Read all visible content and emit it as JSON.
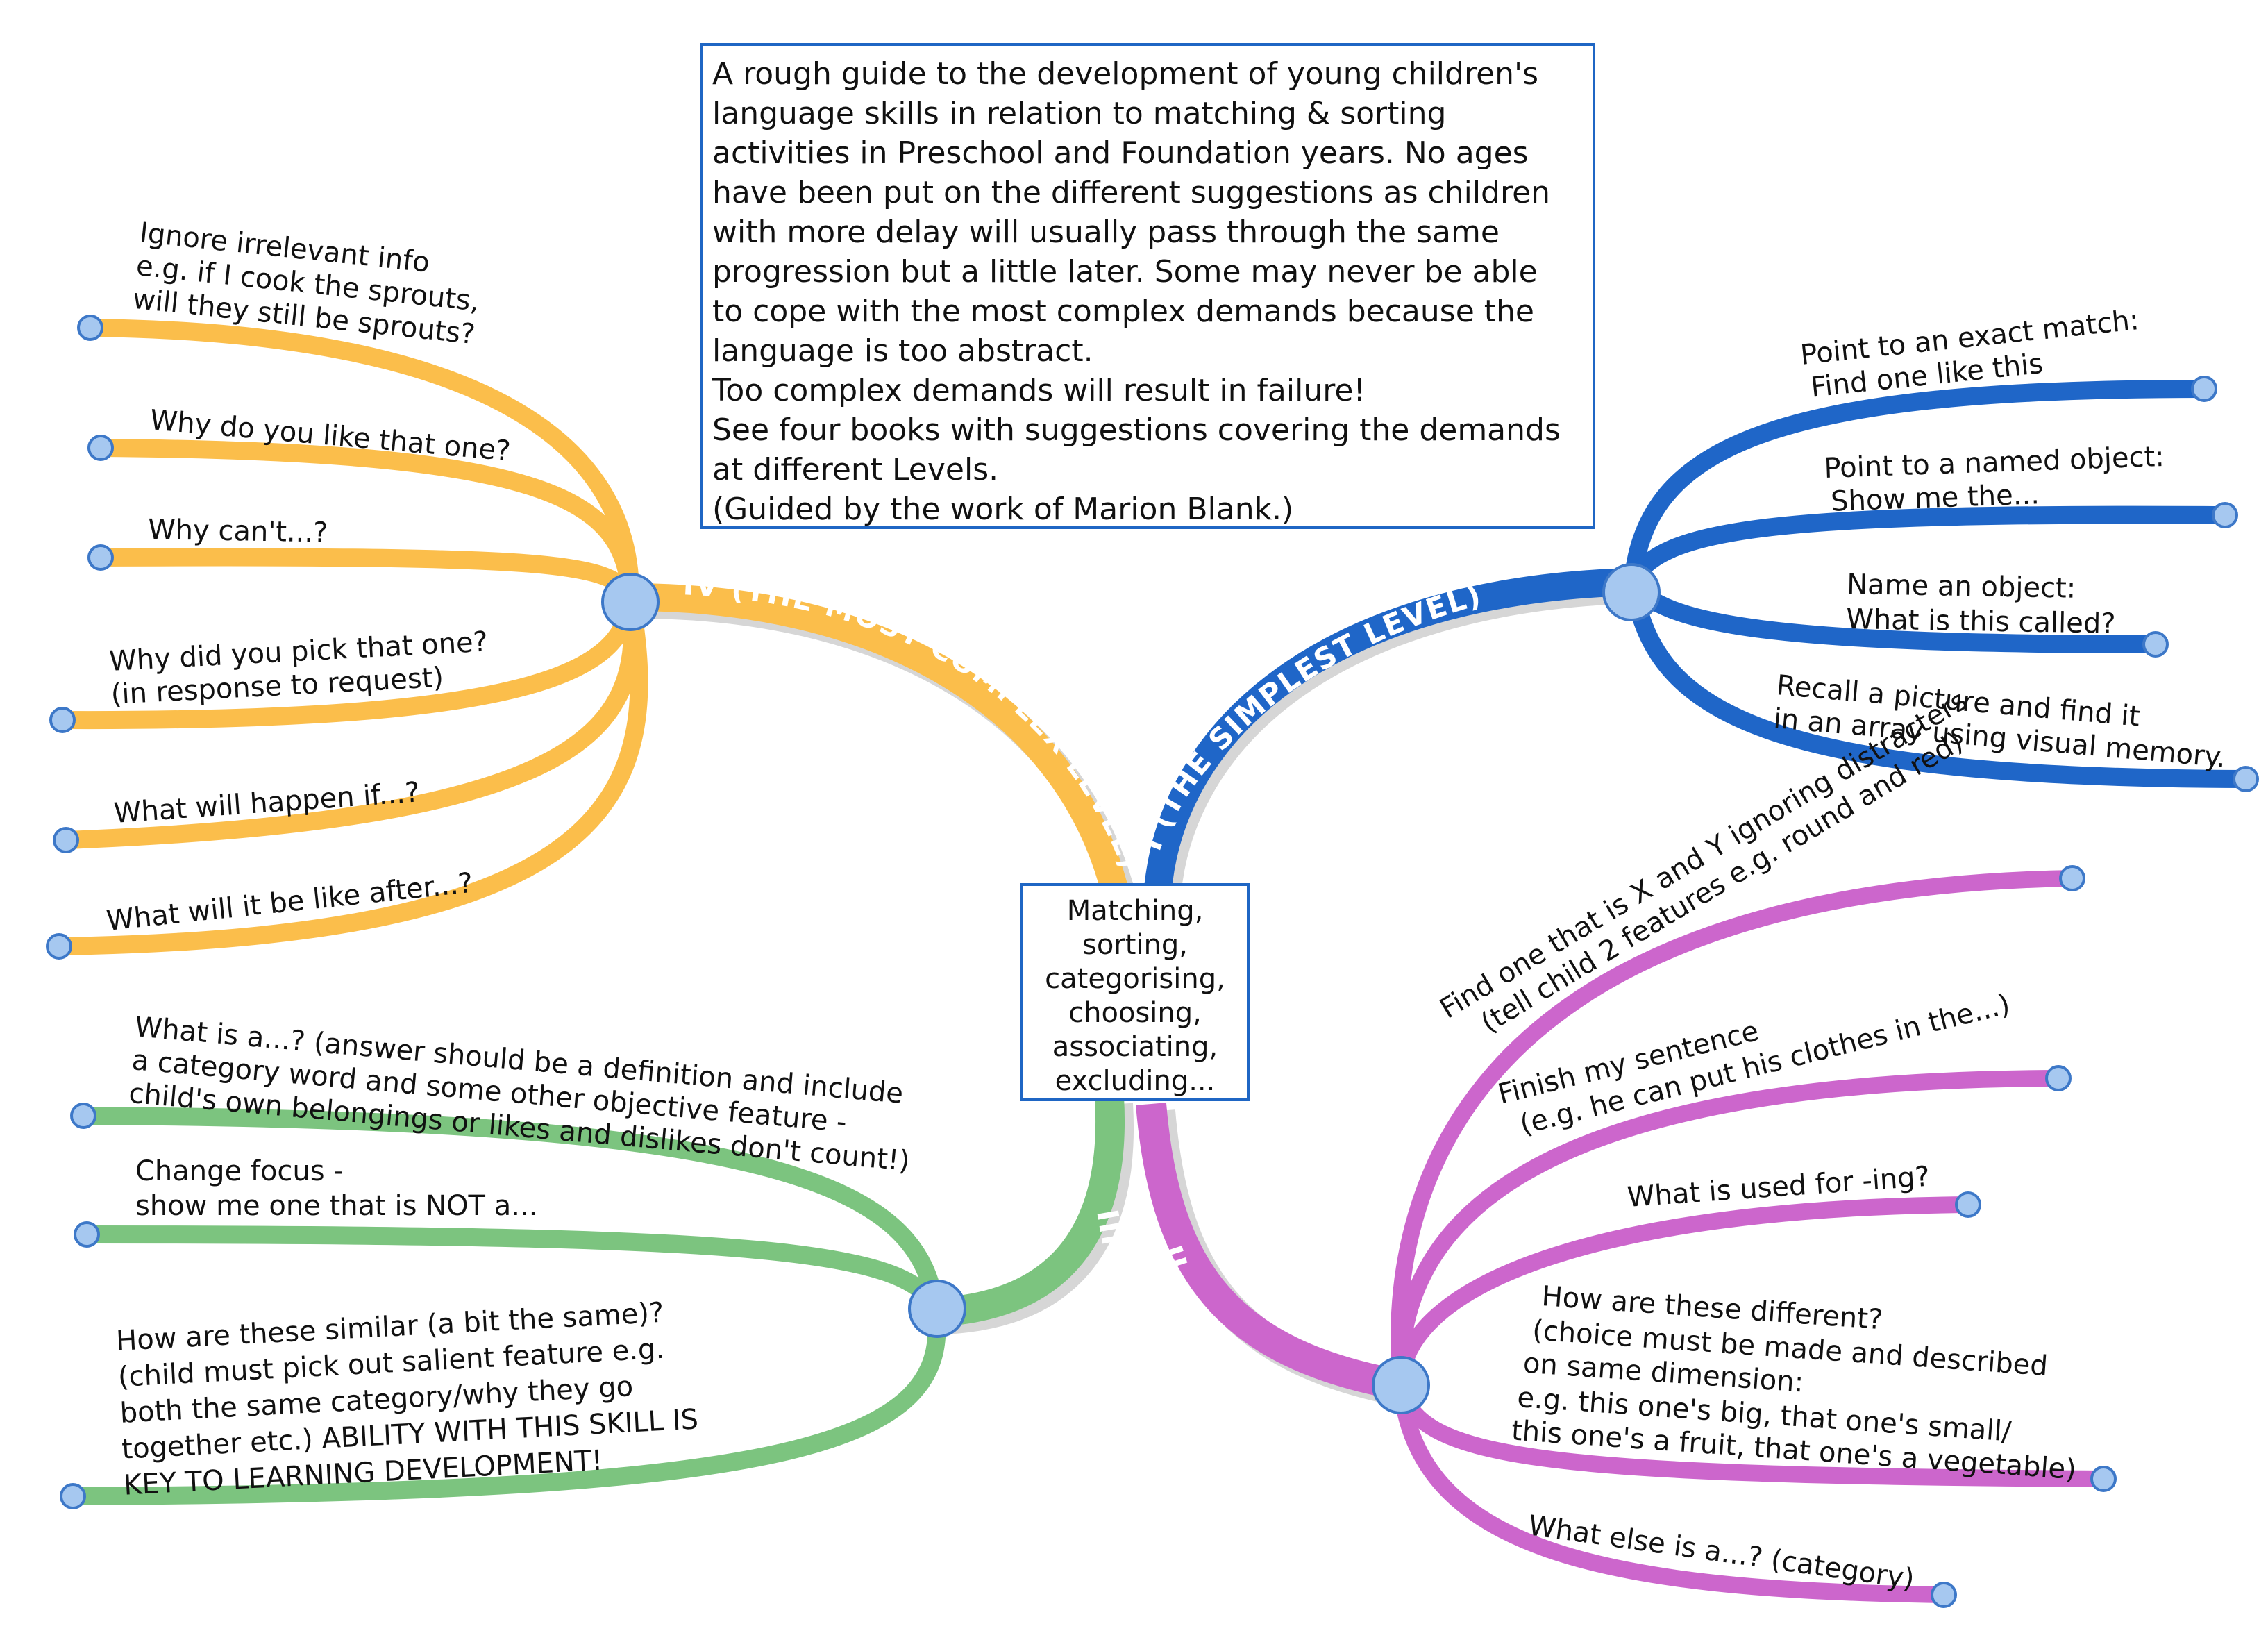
{
  "intro": {
    "lines": [
      "A rough guide to the development of young children's",
      "language skills in relation to matching & sorting",
      "activities in Preschool and Foundation years. No ages",
      "have been put on the different suggestions as children",
      "with more delay will usually pass through the same",
      "progression but a little later. Some may never be able",
      "to cope with the most complex demands because the",
      "language is too abstract.",
      "Too complex demands will result in failure!",
      "See four books with suggestions covering the demands",
      "at different Levels.",
      "(Guided by the work of Marion Blank.)"
    ]
  },
  "center": {
    "lines": [
      "Matching,",
      "sorting,",
      "categorising,",
      "choosing,",
      "associating,",
      "excluding..."
    ]
  },
  "colors": {
    "orange": "#fbbe4b",
    "blue": "#1f66c8",
    "purple": "#cc66cc",
    "green": "#7cc47f",
    "node_fill": "#a6c8f0",
    "node_stroke": "#3d78c8",
    "shadow": "#d6d6d6"
  },
  "branches": {
    "level4": {
      "label": "IV (THE MOST COMPLEX LEVEL)",
      "leaves": [
        [
          "Ignore irrelevant info",
          "e.g. if I cook the sprouts,",
          "will they still be sprouts?"
        ],
        [
          "Why do you like that one?"
        ],
        [
          "Why can't...?"
        ],
        [
          "Why did you pick that one?",
          "(in response to request)"
        ],
        [
          "What will happen if...?"
        ],
        [
          "What will it be like after...?"
        ]
      ]
    },
    "level1": {
      "label": "I (THE SIMPLEST LEVEL)",
      "leaves": [
        [
          "Point to an exact match:",
          "Find one like this"
        ],
        [
          "Point to a named object:",
          "Show me the..."
        ],
        [
          "Name an object:",
          "What is this called?"
        ],
        [
          "Recall a picture and find it",
          "in an array using visual memory."
        ]
      ]
    },
    "level3": {
      "label": "III",
      "leaves": [
        [
          "What is a...? (answer should be a definition and include",
          "a category word and some other objective feature -",
          "child's own belongings or likes and dislikes don't count!)"
        ],
        [
          "Change focus -",
          "show me one that is NOT a..."
        ],
        [
          "How are these similar (a bit the same)?",
          "(child must pick out salient feature e.g.",
          "both the same category/why they go",
          "together etc.) ABILITY WITH THIS SKILL IS",
          "KEY TO LEARNING DEVELOPMENT!"
        ]
      ]
    },
    "level2": {
      "label": "II",
      "leaves": [
        [
          "Find one that is X and Y ignoring distracters",
          "(tell child 2 features e.g. round and red)"
        ],
        [
          "Finish my sentence",
          "(e.g. he can put his clothes in the...)"
        ],
        [
          "What is used for -ing?"
        ],
        [
          "How are these different?",
          "(choice must be made and described",
          "on same dimension:",
          "e.g. this one's big, that one's small/",
          "this one's a fruit, that one's a vegetable)"
        ],
        [
          "What else is a...? (category)"
        ]
      ]
    }
  }
}
